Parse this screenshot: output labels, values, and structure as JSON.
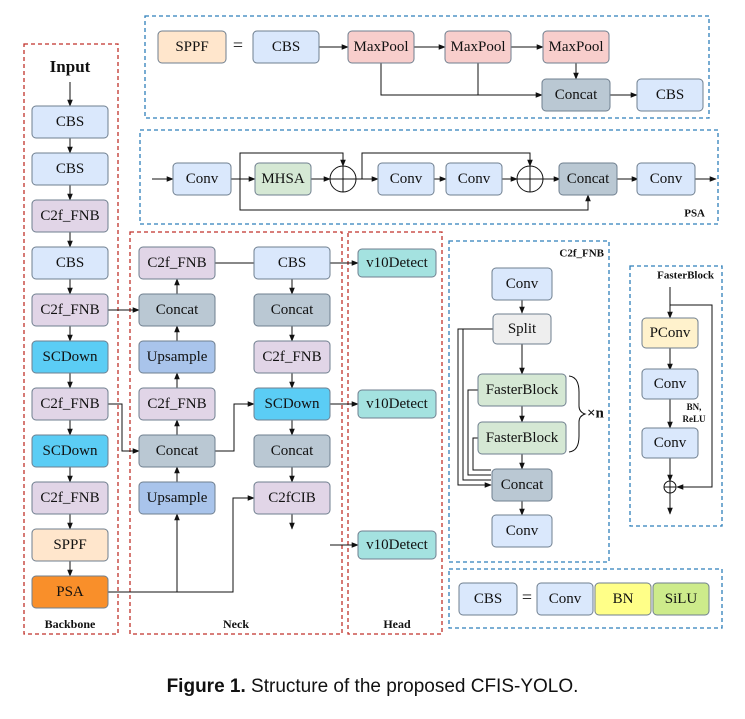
{
  "caption": {
    "label": "Figure 1.",
    "text": "Structure of the proposed CFIS-YOLO."
  },
  "colors": {
    "cbs": "#dae8fc",
    "fnb": "#e1d5e7",
    "scdown": "#5bcdf5",
    "sppf": "#ffe6cc",
    "psa": "#f98f2a",
    "concat": "#bac8d3",
    "upsample": "#a9c4eb",
    "detect": "#a4e2e0",
    "maxpool": "#f8cecc",
    "mhsa": "#d5e8d4",
    "faster": "#d5e8d4",
    "split": "#eeeeee",
    "pconv": "#fff2cc",
    "bn": "#ffff88",
    "silu": "#cdeb8b",
    "red_border": "#c0322b",
    "blue_border": "#2f7fba"
  },
  "labels": {
    "input": "Input",
    "backbone": "Backbone",
    "neck": "Neck",
    "head": "Head",
    "psa_title": "PSA",
    "c2f_title": "C2f_FNB",
    "faster_title": "FasterBlock",
    "repeat": "×n",
    "bn_relu_1": "BN,",
    "bn_relu_2": "ReLU",
    "equals": "="
  },
  "backbone": [
    "CBS",
    "CBS",
    "C2f_FNB",
    "CBS",
    "C2f_FNB",
    "SCDown",
    "C2f_FNB",
    "SCDown",
    "C2f_FNB",
    "SPPF",
    "PSA"
  ],
  "neck": {
    "left": [
      "C2f_FNB",
      "Concat",
      "Upsample",
      "C2f_FNB",
      "Concat",
      "Upsample"
    ],
    "right": [
      "CBS",
      "Concat",
      "C2f_FNB",
      "SCDown",
      "Concat",
      "C2fCIB"
    ]
  },
  "head": [
    "v10Detect",
    "v10Detect",
    "v10Detect"
  ],
  "sppf_def": [
    "SPPF",
    "CBS",
    "MaxPool",
    "MaxPool",
    "MaxPool",
    "Concat",
    "CBS"
  ],
  "psa_def": [
    "Conv",
    "MHSA",
    "Conv",
    "Conv",
    "Concat",
    "Conv"
  ],
  "c2f_def": [
    "Conv",
    "Split",
    "FasterBlock",
    "FasterBlock",
    "Concat",
    "Conv"
  ],
  "faster_def": [
    "PConv",
    "Conv",
    "Conv"
  ],
  "cbs_def": [
    "CBS",
    "Conv",
    "BN",
    "SiLU"
  ]
}
